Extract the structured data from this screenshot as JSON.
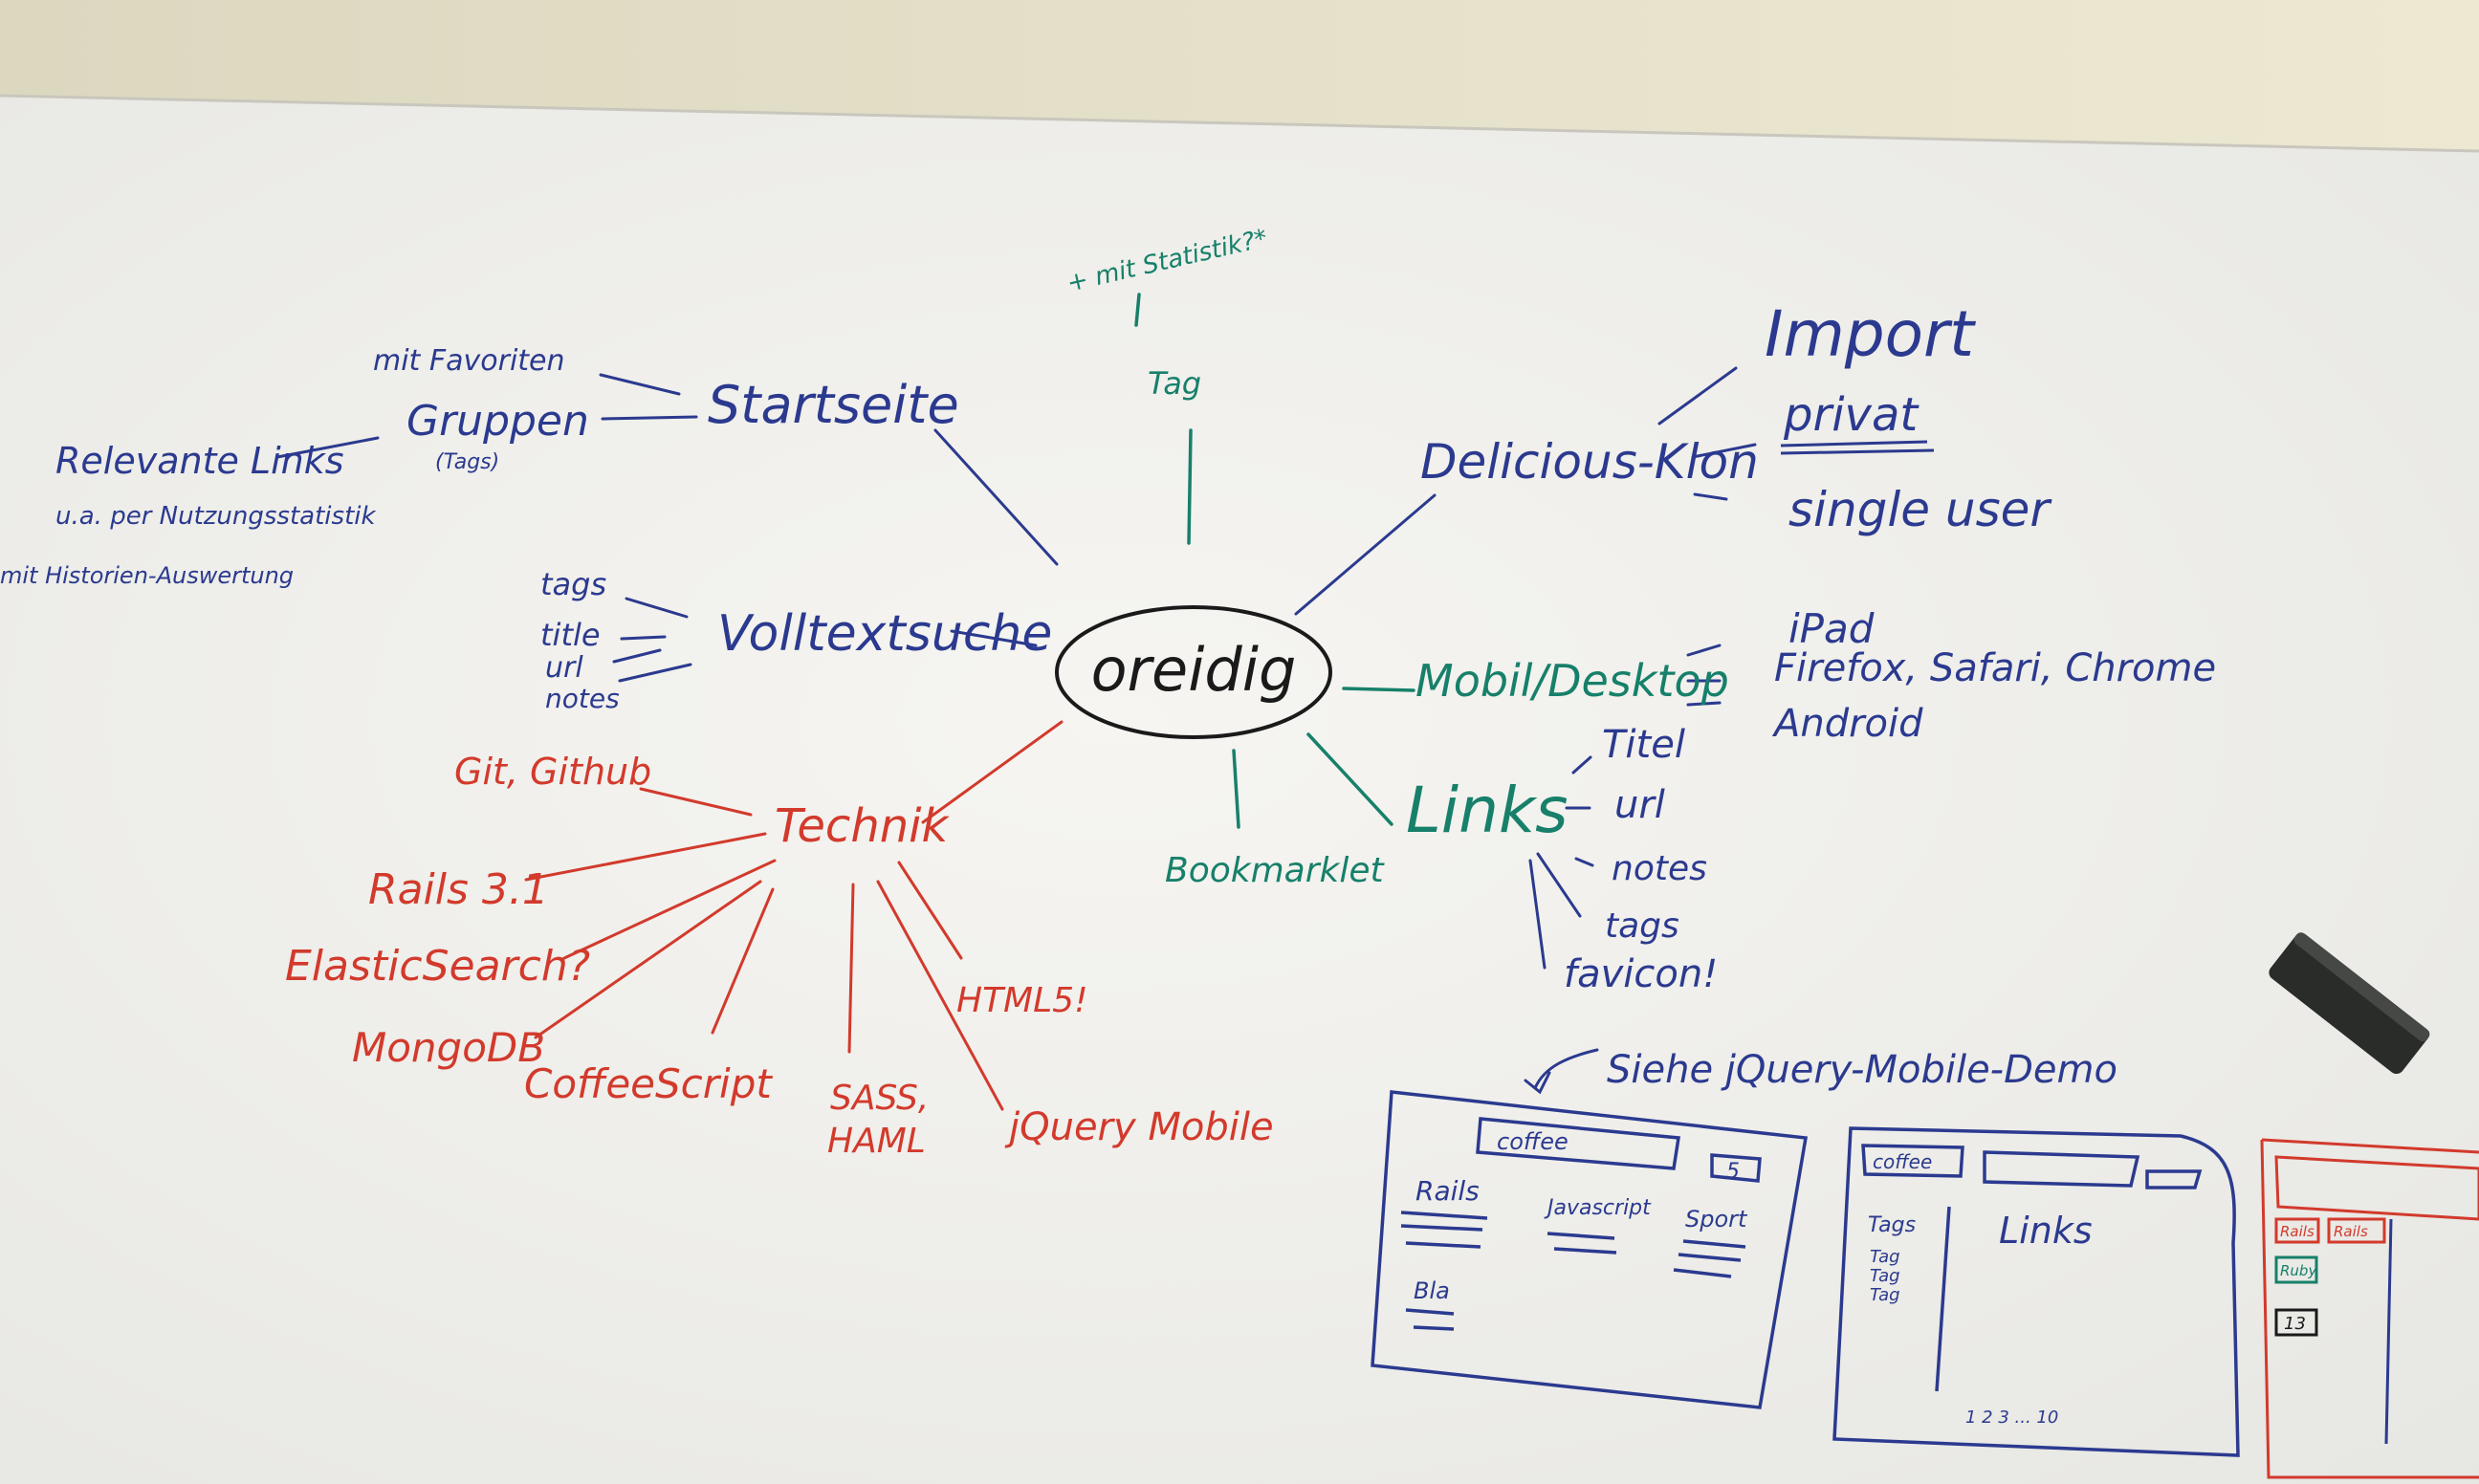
{
  "colors": {
    "blue": "#2b3a8f",
    "teal": "#17806a",
    "red": "#d23a2c",
    "black": "#1a1a1a",
    "wall": "#e3dfc9",
    "board": "#f1f0ec"
  },
  "center": {
    "label": "oreidig"
  },
  "startseite": {
    "label": "Startseite",
    "mit_favoriten": "mit Favoriten",
    "gruppen": "Gruppen",
    "gruppen_sub": "(Tags)",
    "relevante_links": "Relevante Links",
    "nutzungsstatistik": "u.a. per Nutzungsstatistik",
    "historien": "mit Historien-Auswertung"
  },
  "tag_branch": {
    "label": "Tag",
    "note": "+ mit Statistik?*"
  },
  "volltextsuche": {
    "label": "Volltextsuche",
    "items": [
      "tags",
      "title",
      "url",
      "notes"
    ]
  },
  "technik": {
    "label": "Technik",
    "items": {
      "git": "Git, Github",
      "rails": "Rails 3.1",
      "elastic": "ElasticSearch?",
      "mongo": "MongoDB",
      "coffee": "CoffeeScript",
      "sass": "SASS,",
      "haml": "HAML",
      "html5": "HTML5!",
      "jquery": "jQuery Mobile"
    }
  },
  "bookmarklet": {
    "label": "Bookmarklet"
  },
  "delicious": {
    "label": "Delicious-Klon",
    "items": [
      "Import",
      "privat",
      "single user"
    ]
  },
  "mobil": {
    "label": "Mobil/Desktop",
    "items": [
      "iPad",
      "Firefox, Safari, Chrome",
      "Android"
    ]
  },
  "links": {
    "label": "Links",
    "items": [
      "Titel",
      "url",
      "notes",
      "tags",
      "favicon!"
    ]
  },
  "sketch": {
    "note": "Siehe jQuery-Mobile-Demo",
    "wf1": {
      "search": "coffee",
      "count": "5",
      "columns": [
        "Rails",
        "Javascript",
        "Sport"
      ],
      "bottom": "Bla"
    },
    "wf2": {
      "tab": "coffee",
      "tags": "Tags",
      "tag_lines": [
        "Tag",
        "Tag",
        "Tag"
      ],
      "links": "Links",
      "paging": "1 2 3 ... 10"
    },
    "wf3": {
      "tags": [
        "Rails",
        "Rails",
        "Ruby"
      ],
      "count": "13"
    }
  }
}
